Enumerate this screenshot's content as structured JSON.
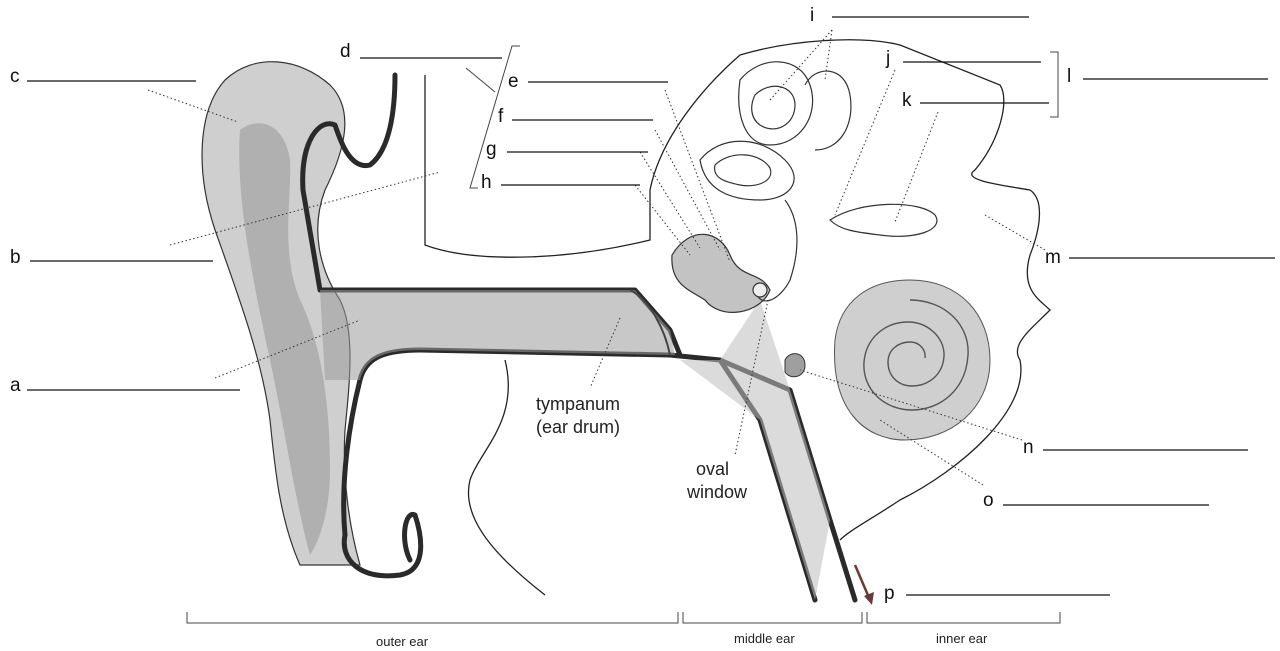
{
  "labels": {
    "a": "a",
    "b": "b",
    "c": "c",
    "d": "d",
    "e": "e",
    "f": "f",
    "g": "g",
    "h": "h",
    "i": "i",
    "j": "j",
    "k": "k",
    "l": "l",
    "m": "m",
    "n": "n",
    "o": "o",
    "p": "p"
  },
  "captions": {
    "tympanum_line1": "tympanum",
    "tympanum_line2": "(ear drum)",
    "oval_line1": "oval",
    "oval_line2": "window"
  },
  "regions": {
    "outer": "outer ear",
    "middle": "middle ear",
    "inner": "inner ear"
  }
}
